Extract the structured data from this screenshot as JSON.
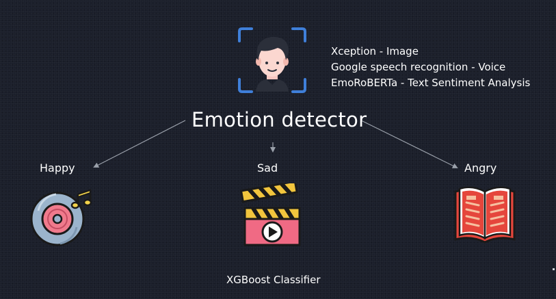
{
  "diagram": {
    "title": "Emotion detector",
    "models": [
      "Xception - Image",
      "Google speech recognition - Voice",
      "EmoRoBERTa - Text Sentiment Analysis"
    ],
    "emotions": [
      {
        "label": "Happy",
        "icon": "vinyl-record-music-icon"
      },
      {
        "label": "Sad",
        "icon": "movie-clapperboard-icon"
      },
      {
        "label": "Angry",
        "icon": "open-book-icon"
      }
    ],
    "classifier": "XGBoost Classifier",
    "colors": {
      "background": "#1b1f2b",
      "text": "#ffffff",
      "arrow": "#9aa0aa",
      "face_frame": "#3f7fd9"
    }
  }
}
